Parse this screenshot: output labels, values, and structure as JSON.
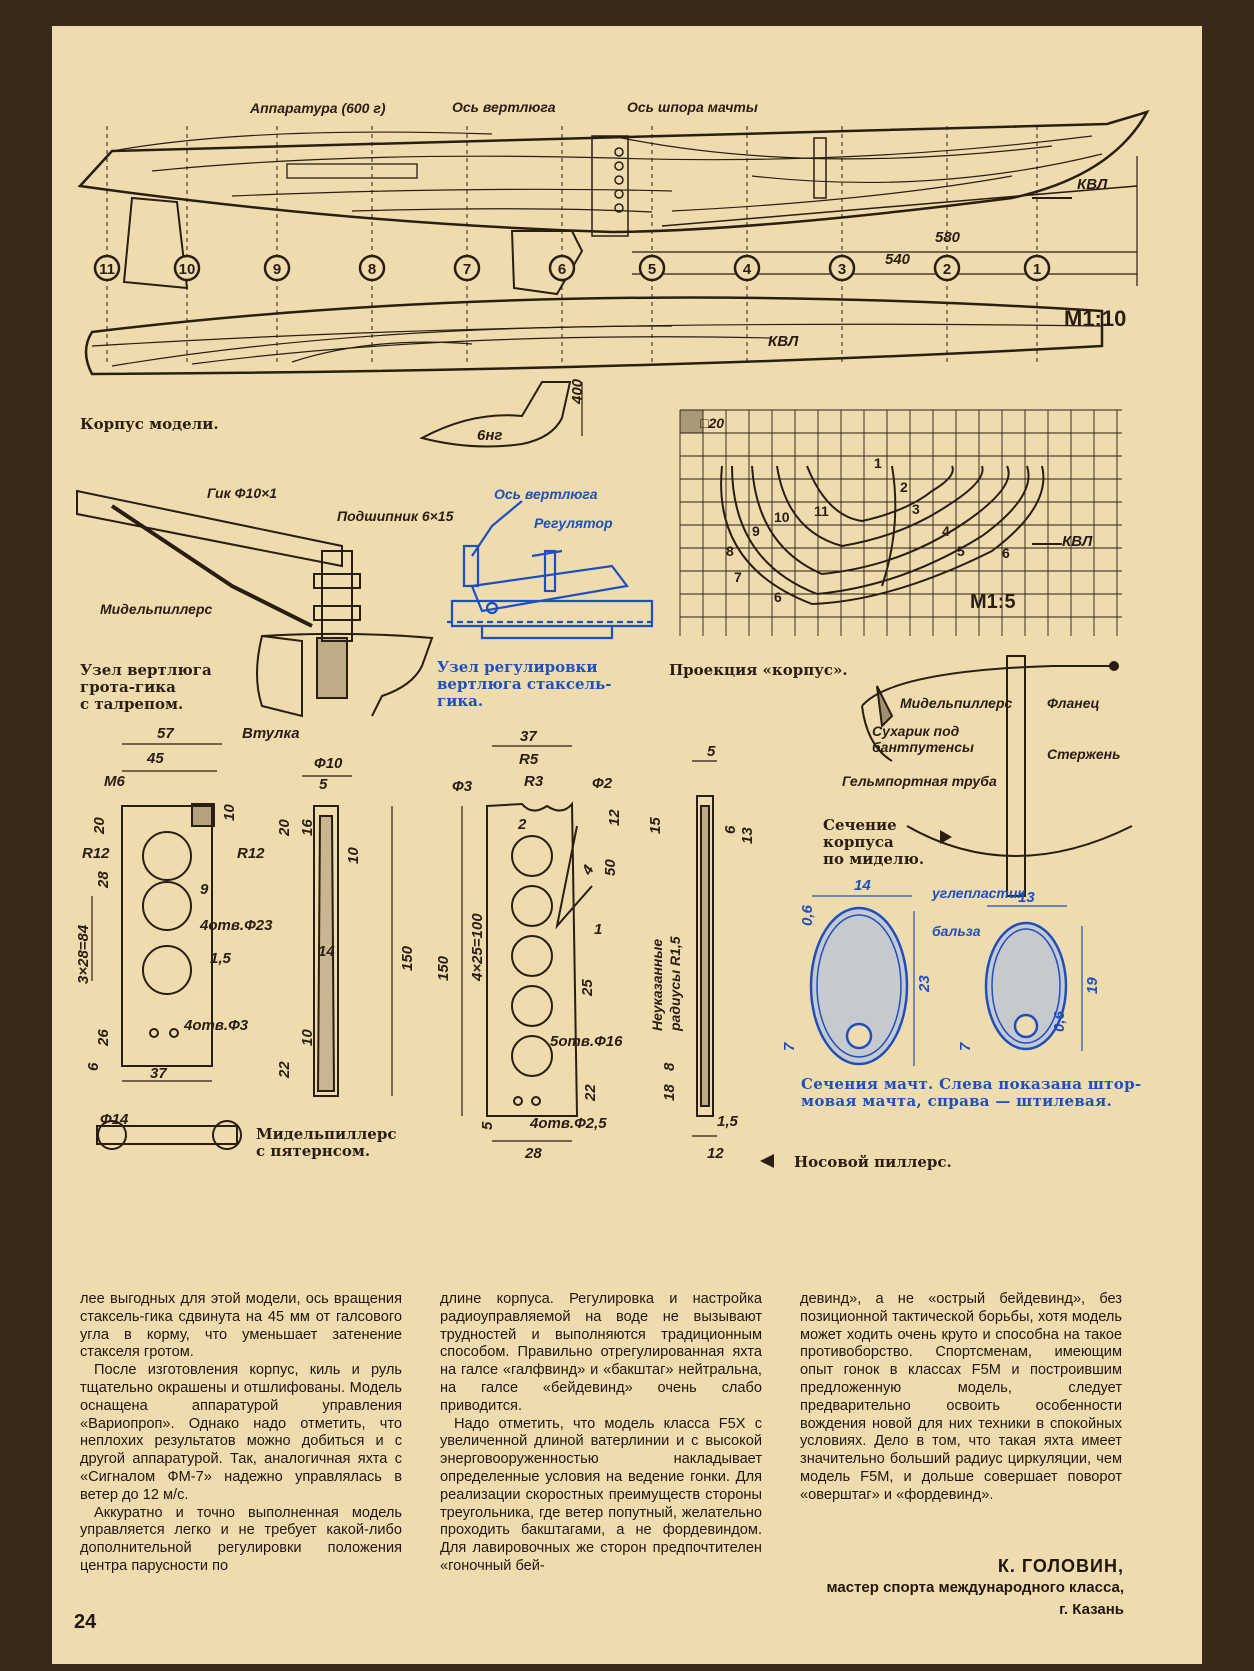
{
  "hull_top": {
    "label_apparatus": "Аппаратура (600 г)",
    "label_swivel_axis": "Ось вертлюга",
    "label_mast_step_axis": "Ось шпора мачты",
    "label_kvl": "КВЛ",
    "dim_580": "580",
    "dim_540": "540",
    "stations": [
      "11",
      "10",
      "9",
      "8",
      "7",
      "6",
      "5",
      "4",
      "3",
      "2",
      "1"
    ],
    "scale": "М1:10"
  },
  "keel": {
    "dim_400": "400",
    "label_bng": "6нг"
  },
  "caption_hull": "Корпус модели.",
  "grid": {
    "label_cell": "□20",
    "numbers": [
      "1",
      "2",
      "3",
      "4",
      "5",
      "6",
      "6",
      "7",
      "8",
      "9",
      "10",
      "11"
    ],
    "label_kvl": "КВЛ",
    "scale": "М1:5"
  },
  "swivel_node": {
    "label_boom": "Гик Ф10×1",
    "label_bearing": "Подшипник 6×15",
    "label_pillar": "Мидельпиллерс",
    "caption": [
      "Узел вертлюга",
      "грота-гика",
      "с талрепом."
    ]
  },
  "regulator_node": {
    "label_axis": "Ось вертлюга",
    "label_regulator": "Регулятор",
    "caption": [
      "Узел регулировки",
      "вертлюга стаксель-",
      "гика."
    ]
  },
  "caption_projection": "Проекция «корпус».",
  "mid_section": {
    "label_pillar": "Мидельпиллерс",
    "label_flange": "Фланец",
    "label_blocks": [
      "Сухарик под",
      "бантпутенсы"
    ],
    "label_rod": "Стержень",
    "label_tube": "Гельмпортная труба",
    "caption": [
      "Сечение",
      "корпуса",
      "по миделю."
    ]
  },
  "mid_pillar": {
    "dims": {
      "d57": "57",
      "d45": "45",
      "m6": "М6",
      "bush": "Втулка",
      "d20": "20",
      "d10": "10",
      "r12a": "R12",
      "r12b": "R12",
      "d28": "28",
      "d9": "9",
      "d3x28": "3×28=84",
      "holes23": "4отв.Ф23",
      "d15": "1,5",
      "d26": "26",
      "holes3": "4отв.Ф3",
      "d6": "6",
      "d37": "37",
      "f10": "Ф10",
      "d5": "5",
      "d20s": "20",
      "d16": "16",
      "d10s": "10",
      "d14": "14",
      "d150": "150",
      "d22": "22",
      "d10b": "10",
      "f14": "Ф14"
    },
    "caption": [
      "Мидельпиллерс",
      "с пятернсом."
    ]
  },
  "bow_pillar": {
    "dims": {
      "d37": "37",
      "r5": "R5",
      "r3": "R3",
      "f3": "Ф3",
      "f2": "Ф2",
      "d12": "12",
      "d2": "2",
      "d50": "50",
      "d4": "4",
      "d150": "150",
      "d4x25": "4×25=100",
      "d1": "1",
      "d25": "25",
      "holes16": "5отв.Ф16",
      "d22": "22",
      "d5": "5",
      "holes25": "4отв.Ф2,5",
      "d28": "28",
      "s5": "5",
      "s15": "15",
      "s6": "6",
      "s13": "13",
      "radii": [
        "Неуказанные",
        "радиусы R1,5"
      ],
      "s18": "18",
      "s8": "8",
      "s15b": "1,5",
      "s12": "12"
    },
    "caption": "Носовой пиллерс."
  },
  "mast_sections": {
    "label_carbon": "углепластик",
    "label_balsa": "бальза",
    "left": {
      "w": "14",
      "t": "0,6",
      "h": "23",
      "b": "7"
    },
    "right": {
      "w": "13",
      "t": "0,6",
      "h": "19",
      "b": "7"
    },
    "caption": [
      "Сечения мачт. Слева показана штор-",
      "мовая мачта, справа — штилевая."
    ]
  },
  "article": {
    "col1": [
      "лее выгодных для этой модели, ось вращения стаксель-гика сдвинута на 45 мм от галсового угла в корму, что уменьшает затенение стакселя гротом.",
      "После изготовления корпус, киль и руль тщательно окрашены и отшлифованы. Модель оснащена аппаратурой управления «Вариопроп». Однако надо отметить, что неплохих результатов можно добиться и с другой аппаратурой. Так, аналогичная яхта с «Сигналом ФМ-7» надежно управлялась в ветер до 12 м/с.",
      "Аккуратно и точно выполненная модель управляется легко и не требует какой-либо дополнительной регулировки положения центра парусности по"
    ],
    "col2": [
      "длине корпуса. Регулировка и настройка радиоуправляемой на воде не вызывают трудностей и выполняются традиционным способом. Правильно отрегулированная яхта на галсе «галфвинд» и «бакштаг» нейтральна, на галсе «бейдевинд» очень слабо приводится.",
      "Надо отметить, что модель класса F5X с увеличенной длиной ватерлинии и с высокой энерговооруженностью накладывает определенные условия на ведение гонки. Для реализации скоростных преимуществ стороны треугольника, где ветер попутный, желательно проходить бакштагами, а не фордевиндом. Для лавировочных же сторон предпочтителен «гоночный бей-"
    ],
    "col3": [
      "девинд», а не «острый бейдевинд», без позиционной тактической борьбы, хотя модель может ходить очень круто и способна на такое противоборство. Спортсменам, имеющим опыт гонок в классах F5M и построившим предложенную модель, следует предварительно освоить особенности вождения новой для них техники в спокойных условиях. Дело в том, что такая яхта имеет значительно больший радиус циркуляции, чем модель F5M, и дольше совершает поворот «оверштаг» и «фордевинд»."
    ],
    "author": "К. ГОЛОВИН,",
    "author_title": "мастер спорта международного класса,",
    "author_city": "г. Казань"
  },
  "page_number": "24",
  "colors": {
    "paper": "#efdcae",
    "ink": "#2a1d12",
    "blue": "#1d4fc0"
  }
}
